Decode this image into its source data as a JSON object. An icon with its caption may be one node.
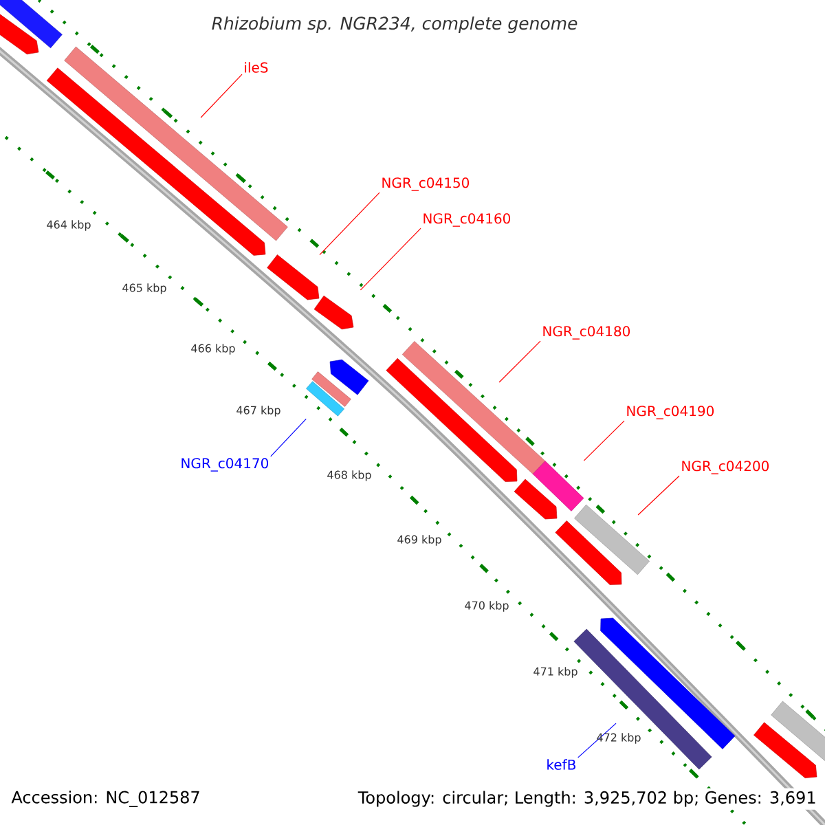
{
  "diagram": {
    "title": "Rhizobium sp. NGR234, complete genome",
    "nodes": [
      {
        "text": [
          "ileS"
        ]
      },
      {
        "text": [
          "NGR_c04150"
        ]
      },
      {
        "text": [
          "NGR_c04160"
        ]
      },
      {
        "text": [
          "NGR_c04180"
        ]
      },
      {
        "text": [
          "NGR_c04190"
        ]
      },
      {
        "text": [
          "NGR_c04200"
        ]
      },
      {
        "text": [
          "NGR_c04170"
        ]
      },
      {
        "text": [
          "kefB"
        ]
      },
      {
        "text": [],
        "shape": "bar"
      },
      {
        "text": [],
        "shape": "arrow"
      },
      {
        "text": [],
        "shape": "arrow"
      },
      {
        "text": [],
        "shape": "bar"
      },
      {
        "text": [],
        "shape": "arrow"
      },
      {
        "text": [],
        "shape": "arrow"
      },
      {
        "text": [],
        "shape": "bar"
      },
      {
        "text": [],
        "shape": "bar"
      },
      {
        "text": [],
        "shape": "arrow"
      },
      {
        "text": [],
        "shape": "arrow"
      },
      {
        "text": [],
        "shape": "bar"
      },
      {
        "text": [],
        "shape": "arrow"
      },
      {
        "text": [],
        "shape": "bar"
      },
      {
        "text": [],
        "shape": "arrow"
      },
      {
        "text": [],
        "shape": "bar"
      },
      {
        "text": [],
        "shape": "bar"
      },
      {
        "text": [],
        "shape": "arrow"
      },
      {
        "text": [],
        "shape": "arrow"
      },
      {
        "text": [],
        "shape": "bar"
      }
    ],
    "edges": [
      {
        "from": 0,
        "to": 11,
        "arrow": "none"
      },
      {
        "from": 1,
        "to": 12,
        "arrow": "none"
      },
      {
        "from": 2,
        "to": 13,
        "arrow": "none"
      },
      {
        "from": 3,
        "to": 18,
        "arrow": "none"
      },
      {
        "from": 4,
        "to": 20,
        "arrow": "none"
      },
      {
        "from": 5,
        "to": 22,
        "arrow": "none"
      },
      {
        "from": 6,
        "to": 14,
        "arrow": "none",
        "color": "#0000ff"
      },
      {
        "from": 7,
        "to": 23,
        "arrow": "none",
        "color": "#0000ff"
      }
    ],
    "labels": [
      "464 kbp",
      "465 kbp",
      "466 kbp",
      "467 kbp",
      "468 kbp",
      "469 kbp",
      "470 kbp",
      "471 kbp",
      "472 kbp",
      "Accession: NC_012587",
      "Topology: circular; Length: 3,925,702 bp; Genes: 3,691"
    ]
  }
}
